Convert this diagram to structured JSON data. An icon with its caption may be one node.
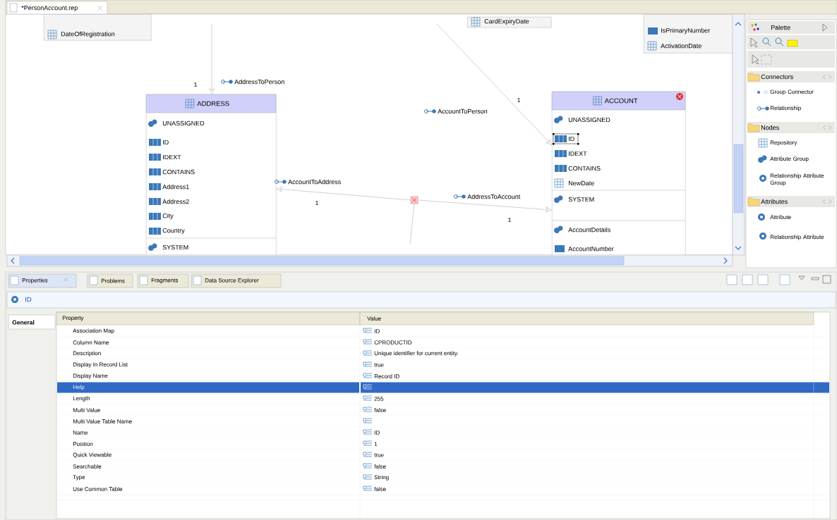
{
  "diagram": {
    "nodes": [
      {
        "text": [
          "DateOfRegistration"
        ]
      },
      {
        "text": [
          "CardExpiryDate"
        ]
      },
      {
        "text": [
          "IsPrimaryNumber",
          "ActivationDate"
        ]
      },
      {
        "text": [
          "ADDRESS",
          "UNASSIGNED",
          "ID",
          "IDEXT",
          "CONTAINS",
          "Address1",
          "Address2",
          "City",
          "Country",
          "SYSTEM"
        ]
      },
      {
        "text": [
          "ACCOUNT",
          "UNASSIGNED",
          "ID",
          "IDEXT",
          "CONTAINS",
          "NewDate",
          "SYSTEM",
          "AccountDetails",
          "AccountNumber"
        ]
      },
      {
        "text": [],
        "shape": "box"
      }
    ],
    "edges": [
      {
        "from": null,
        "to": 3,
        "arrow": "to",
        "label": "AddressToPerson"
      },
      {
        "from": null,
        "to": 4,
        "arrow": "to",
        "label": "AccountToPerson"
      },
      {
        "from": 5,
        "to": 3,
        "arrow": "to",
        "label": "AccountToAddress"
      },
      {
        "from": 5,
        "to": 4,
        "arrow": "to",
        "label": "AddressToAccount"
      },
      {
        "from": 5,
        "to": null,
        "arrow": "none"
      }
    ],
    "labels": [
      "*PersonAccount.rep",
      "1",
      "1",
      "1",
      "1",
      "Palette",
      "Connectors",
      "Group Connector",
      "Relationship",
      "Nodes",
      "Repository",
      "Attribute Group",
      "Relationship Attribute Group",
      "Attributes",
      "Attribute",
      "Relationship Attribute",
      "Properties",
      "Problems",
      "Fragments",
      "Data Source Explorer",
      "ID",
      "General",
      "Property",
      "Value",
      "Association Map",
      "ID",
      "Column Name",
      "CPRODUCTID",
      "Description",
      "Unique identifier for current entity.",
      "Display In Record List",
      "true",
      "Display Name",
      "Record ID",
      "Help",
      "Length",
      "255",
      "Multi Value",
      "false",
      "Multi Value Table Name",
      "Name",
      "ID",
      "Position",
      "1",
      "Quick Viewable",
      "true",
      "Searchable",
      "false",
      "Type",
      "String",
      "Use Common Table",
      "false"
    ]
  }
}
